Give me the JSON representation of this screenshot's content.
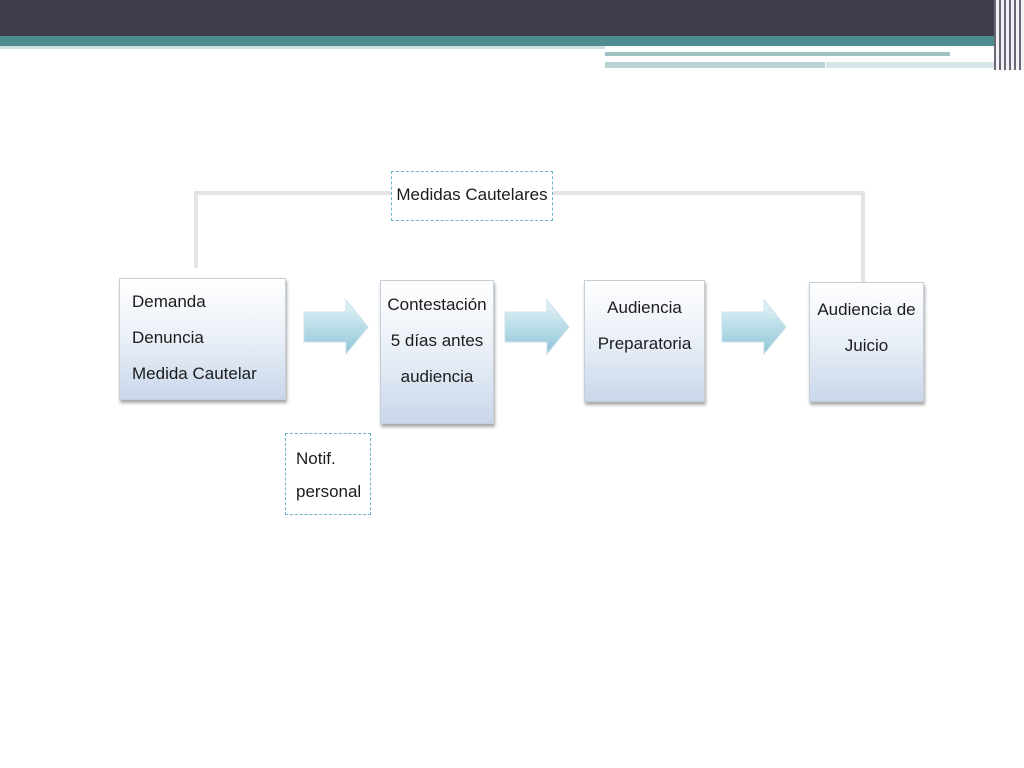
{
  "diagram": {
    "nodes": {
      "demanda": {
        "lines": [
          "Demanda",
          "Denuncia",
          "Medida Cautelar"
        ]
      },
      "contestacion": {
        "lines": [
          "Contestación",
          "5 días antes",
          "audiencia"
        ]
      },
      "preparatoria": {
        "lines": [
          "Audiencia",
          "Preparatoria"
        ]
      },
      "juicio": {
        "lines": [
          "Audiencia de",
          "Juicio"
        ]
      }
    },
    "notes": {
      "medidas": {
        "text": "Medidas Cautelares"
      },
      "notif": {
        "lines": [
          "Notif.",
          "personal"
        ]
      }
    }
  }
}
